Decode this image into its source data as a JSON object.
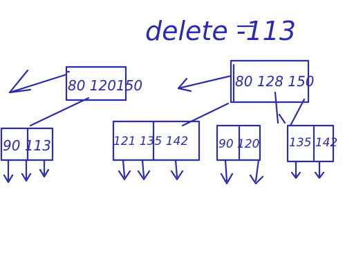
{
  "title": "delete -113",
  "nodes": {
    "left_parent": "80 120150",
    "right_parent": "80 128 150",
    "leaf_1": "90 113",
    "leaf_2": "121 135 142",
    "leaf_3": "90 120",
    "leaf_4": "135 142"
  },
  "colors": {
    "ink": "#2a2ab5",
    "background": "#ffffff"
  }
}
